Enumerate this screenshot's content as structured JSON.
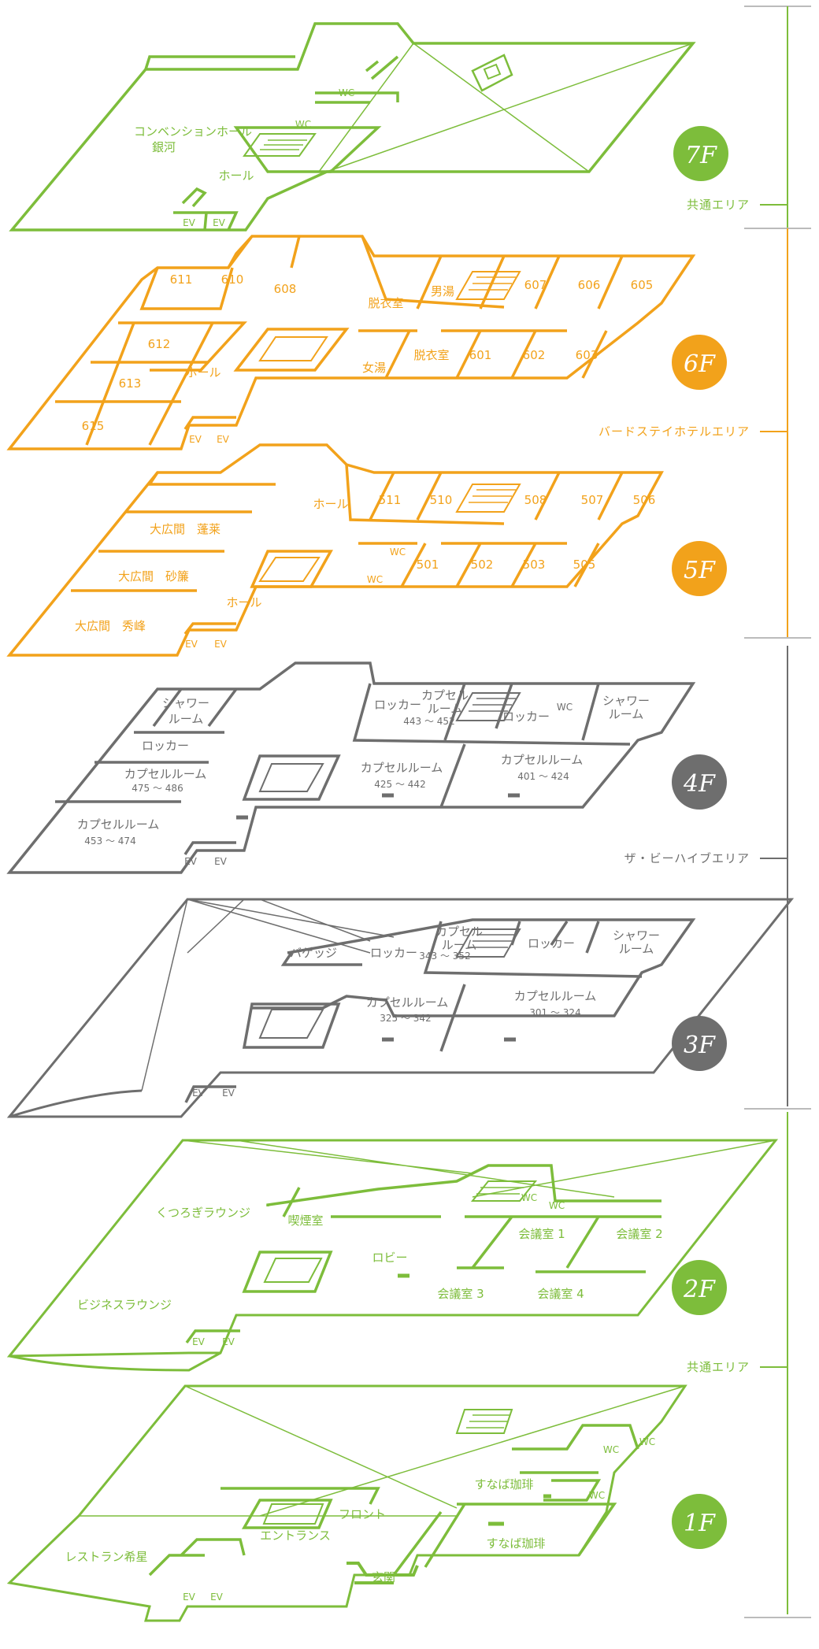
{
  "colors": {
    "green": "#7dbd3b",
    "orange": "#f2a21b",
    "gray": "#6e6e6e"
  },
  "areas": {
    "common_top": "共通エリア",
    "bird_stay": "バードステイホテルエリア",
    "bee_hive": "ザ・ビーハイブエリア",
    "common_bottom": "共通エリア"
  },
  "floors": [
    {
      "id": "7F",
      "badge": "7F",
      "rooms": [
        {
          "key": "conv",
          "text": "コンベンションホール"
        },
        {
          "key": "ginga",
          "text": "銀河"
        },
        {
          "key": "hall",
          "text": "ホール"
        },
        {
          "key": "wc1",
          "text": "WC"
        },
        {
          "key": "wc2",
          "text": "WC"
        },
        {
          "key": "ev1",
          "text": "EV"
        },
        {
          "key": "ev2",
          "text": "EV"
        }
      ]
    },
    {
      "id": "6F",
      "badge": "6F",
      "rooms": [
        {
          "key": "r611",
          "text": "611"
        },
        {
          "key": "r610",
          "text": "610"
        },
        {
          "key": "r608",
          "text": "608"
        },
        {
          "key": "datsui1",
          "text": "脱衣室"
        },
        {
          "key": "otoko",
          "text": "男湯"
        },
        {
          "key": "r607",
          "text": "607"
        },
        {
          "key": "r606",
          "text": "606"
        },
        {
          "key": "r605",
          "text": "605"
        },
        {
          "key": "r612",
          "text": "612"
        },
        {
          "key": "hall",
          "text": "ホール"
        },
        {
          "key": "onna",
          "text": "女湯"
        },
        {
          "key": "datsui2",
          "text": "脱衣室"
        },
        {
          "key": "r601",
          "text": "601"
        },
        {
          "key": "r602",
          "text": "602"
        },
        {
          "key": "r603",
          "text": "603"
        },
        {
          "key": "r613",
          "text": "613"
        },
        {
          "key": "r615",
          "text": "615"
        },
        {
          "key": "ev1",
          "text": "EV"
        },
        {
          "key": "ev2",
          "text": "EV"
        }
      ]
    },
    {
      "id": "5F",
      "badge": "5F",
      "rooms": [
        {
          "key": "hall1",
          "text": "ホール"
        },
        {
          "key": "r511",
          "text": "511"
        },
        {
          "key": "r510",
          "text": "510"
        },
        {
          "key": "r508",
          "text": "508"
        },
        {
          "key": "r507",
          "text": "507"
        },
        {
          "key": "r506",
          "text": "506"
        },
        {
          "key": "horai",
          "text": "大広間　蓬莱"
        },
        {
          "key": "wc1",
          "text": "WC"
        },
        {
          "key": "sanren",
          "text": "大広間　砂簾"
        },
        {
          "key": "wc2",
          "text": "WC"
        },
        {
          "key": "r501",
          "text": "501"
        },
        {
          "key": "r502",
          "text": "502"
        },
        {
          "key": "r503",
          "text": "503"
        },
        {
          "key": "r505",
          "text": "505"
        },
        {
          "key": "hall2",
          "text": "ホール"
        },
        {
          "key": "shuho",
          "text": "大広間　秀峰"
        },
        {
          "key": "ev1",
          "text": "EV"
        },
        {
          "key": "ev2",
          "text": "EV"
        }
      ]
    },
    {
      "id": "4F",
      "badge": "4F",
      "rooms": [
        {
          "key": "shower1a",
          "text": "シャワー"
        },
        {
          "key": "shower1b",
          "text": "ルーム"
        },
        {
          "key": "locker1",
          "text": "ロッカー"
        },
        {
          "key": "capa",
          "text": "カプセル"
        },
        {
          "key": "capb",
          "text": "ルーム"
        },
        {
          "key": "capc",
          "text": "443 ～ 452"
        },
        {
          "key": "locker2",
          "text": "ロッカー"
        },
        {
          "key": "wc",
          "text": "WC"
        },
        {
          "key": "shower2a",
          "text": "シャワー"
        },
        {
          "key": "shower2b",
          "text": "ルーム"
        },
        {
          "key": "locker3",
          "text": "ロッカー"
        },
        {
          "key": "cap475",
          "text": "カプセルルーム"
        },
        {
          "key": "cap475n",
          "text": "475 ～ 486"
        },
        {
          "key": "cap425",
          "text": "カプセルルーム"
        },
        {
          "key": "cap425n",
          "text": "425 ～ 442"
        },
        {
          "key": "cap401",
          "text": "カプセルルーム"
        },
        {
          "key": "cap401n",
          "text": "401 ～ 424"
        },
        {
          "key": "cap453",
          "text": "カプセルルーム"
        },
        {
          "key": "cap453n",
          "text": "453 ～ 474"
        },
        {
          "key": "ev1",
          "text": "EV"
        },
        {
          "key": "ev2",
          "text": "EV"
        }
      ]
    },
    {
      "id": "3F",
      "badge": "3F",
      "rooms": [
        {
          "key": "capa",
          "text": "カプセル"
        },
        {
          "key": "capb",
          "text": "ルーム"
        },
        {
          "key": "baggage",
          "text": "バゲッジ"
        },
        {
          "key": "locker1",
          "text": "ロッカー"
        },
        {
          "key": "capc",
          "text": "343 ～ 352"
        },
        {
          "key": "locker2",
          "text": "ロッカー"
        },
        {
          "key": "shower1",
          "text": "シャワー"
        },
        {
          "key": "shower2",
          "text": "ルーム"
        },
        {
          "key": "cap325",
          "text": "カプセルルーム"
        },
        {
          "key": "cap325n",
          "text": "325 ～ 342"
        },
        {
          "key": "cap301",
          "text": "カプセルルーム"
        },
        {
          "key": "cap301n",
          "text": "301 ～ 324"
        },
        {
          "key": "ev1",
          "text": "EV"
        },
        {
          "key": "ev2",
          "text": "EV"
        }
      ]
    },
    {
      "id": "2F",
      "badge": "2F",
      "rooms": [
        {
          "key": "kitsuen",
          "text": "喫煙室"
        },
        {
          "key": "wc1",
          "text": "WC"
        },
        {
          "key": "wc2",
          "text": "WC"
        },
        {
          "key": "kutsurogi",
          "text": "くつろぎラウンジ"
        },
        {
          "key": "kaigi1",
          "text": "会議室 1"
        },
        {
          "key": "kaigi2",
          "text": "会議室 2"
        },
        {
          "key": "lobby",
          "text": "ロビー"
        },
        {
          "key": "kaigi3",
          "text": "会議室 3"
        },
        {
          "key": "kaigi4",
          "text": "会議室 4"
        },
        {
          "key": "business",
          "text": "ビジネスラウンジ"
        },
        {
          "key": "ev1",
          "text": "EV"
        },
        {
          "key": "ev2",
          "text": "EV"
        }
      ]
    },
    {
      "id": "1F",
      "badge": "1F",
      "rooms": [
        {
          "key": "wc1",
          "text": "WC"
        },
        {
          "key": "wc2",
          "text": "WC"
        },
        {
          "key": "sunaba1",
          "text": "すなば珈琲"
        },
        {
          "key": "wc3",
          "text": "WC"
        },
        {
          "key": "front",
          "text": "フロント"
        },
        {
          "key": "entrance",
          "text": "エントランス"
        },
        {
          "key": "sunaba2",
          "text": "すなば珈琲"
        },
        {
          "key": "restaurant",
          "text": "レストラン希星"
        },
        {
          "key": "genkan",
          "text": "玄関"
        },
        {
          "key": "ev1",
          "text": "EV"
        },
        {
          "key": "ev2",
          "text": "EV"
        }
      ]
    }
  ]
}
